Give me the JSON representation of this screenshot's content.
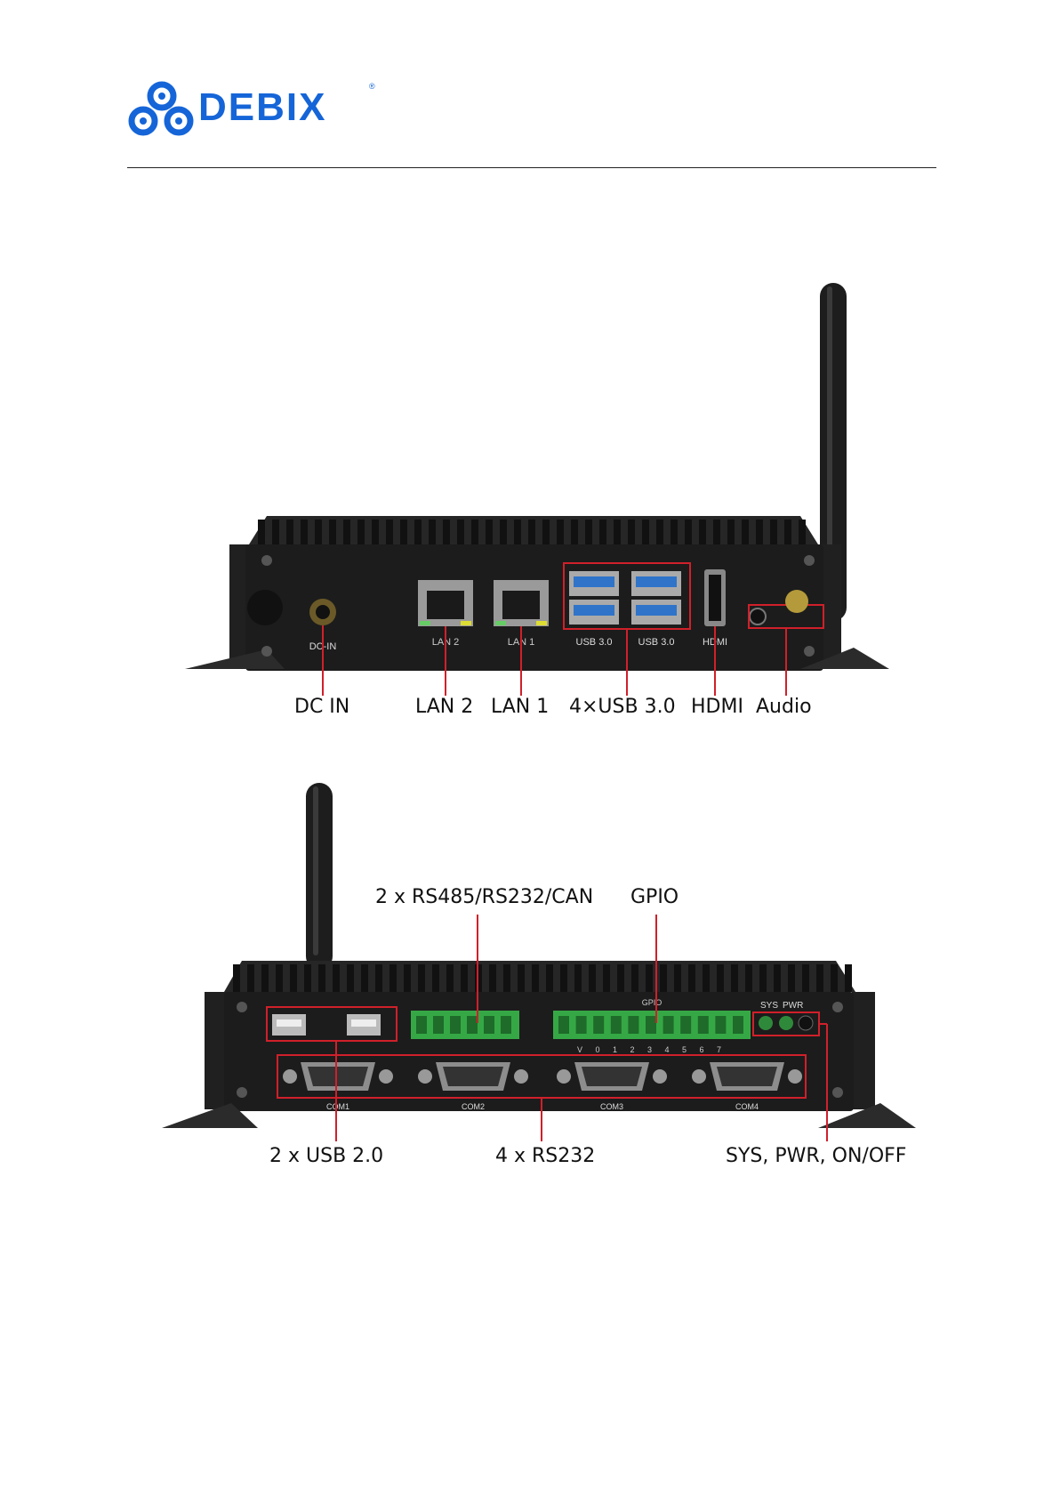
{
  "header": {
    "logo_text": "DEBIX",
    "registered_mark": "®"
  },
  "front_panel": {
    "silk_labels": {
      "dc_in": "DC-IN",
      "lan2": "LAN 2",
      "lan1": "LAN 1",
      "usb_a": "USB 3.0",
      "usb_b": "USB 3.0",
      "hdmi": "HDMI"
    },
    "callouts": {
      "dc_in": "DC IN",
      "lan2": "LAN 2",
      "lan1": "LAN 1",
      "usb": "4×USB 3.0",
      "hdmi": "HDMI",
      "audio": "Audio"
    }
  },
  "rear_panel": {
    "silk_labels": {
      "gpio": "GPIO",
      "sys": "SYS",
      "pwr": "PWR",
      "gpio_pins": "V 0 1 2 3 4 5 6 7",
      "com1": "COM1",
      "com2": "COM2",
      "com3": "COM3",
      "com4": "COM4"
    },
    "callouts": {
      "rs485": "2 x RS485/RS232/CAN",
      "gpio": "GPIO",
      "usb2": "2 x USB 2.0",
      "rs232": "4 x RS232",
      "status": "SYS, PWR, ON/OFF"
    }
  },
  "colors": {
    "annotation": "#d0202a",
    "brand": "#1565d8",
    "chassis": "#1c1c1c",
    "terminal": "#35a845",
    "usb3": "#2f74c9"
  }
}
